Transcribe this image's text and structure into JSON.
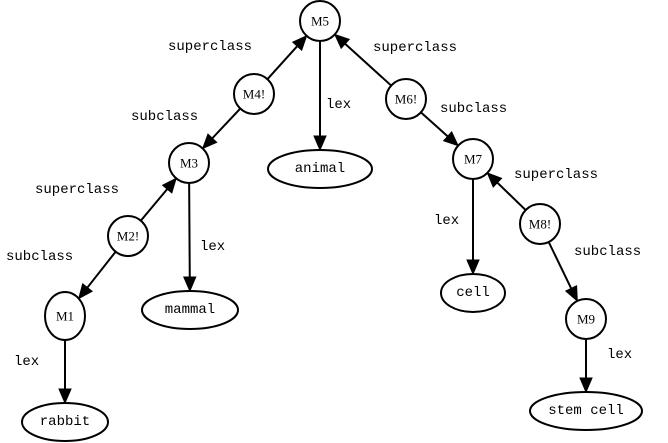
{
  "graph": {
    "nodes": [
      {
        "id": "M5",
        "label": "M5",
        "kind": "molecular"
      },
      {
        "id": "M4!",
        "label": "M4!",
        "kind": "molecular"
      },
      {
        "id": "M6!",
        "label": "M6!",
        "kind": "molecular"
      },
      {
        "id": "M3",
        "label": "M3",
        "kind": "molecular"
      },
      {
        "id": "M2!",
        "label": "M2!",
        "kind": "molecular"
      },
      {
        "id": "M1",
        "label": "M1",
        "kind": "molecular"
      },
      {
        "id": "M7",
        "label": "M7",
        "kind": "molecular"
      },
      {
        "id": "M8!",
        "label": "M8!",
        "kind": "molecular"
      },
      {
        "id": "M9",
        "label": "M9",
        "kind": "molecular"
      },
      {
        "id": "animal",
        "label": "animal",
        "kind": "base"
      },
      {
        "id": "mammal",
        "label": "mammal",
        "kind": "base"
      },
      {
        "id": "rabbit",
        "label": "rabbit",
        "kind": "base"
      },
      {
        "id": "cell",
        "label": "cell",
        "kind": "base"
      },
      {
        "id": "stem cell",
        "label": "stem cell",
        "kind": "base"
      }
    ],
    "edges": [
      {
        "from": "M4!",
        "to": "M5",
        "label": "superclass"
      },
      {
        "from": "M4!",
        "to": "M3",
        "label": "subclass"
      },
      {
        "from": "M5",
        "to": "animal",
        "label": "lex"
      },
      {
        "from": "M6!",
        "to": "M5",
        "label": "superclass"
      },
      {
        "from": "M6!",
        "to": "M7",
        "label": "subclass"
      },
      {
        "from": "M2!",
        "to": "M3",
        "label": "superclass"
      },
      {
        "from": "M2!",
        "to": "M1",
        "label": "subclass"
      },
      {
        "from": "M3",
        "to": "mammal",
        "label": "lex"
      },
      {
        "from": "M1",
        "to": "rabbit",
        "label": "lex"
      },
      {
        "from": "M7",
        "to": "cell",
        "label": "lex"
      },
      {
        "from": "M8!",
        "to": "M7",
        "label": "superclass"
      },
      {
        "from": "M8!",
        "to": "M9",
        "label": "subclass"
      },
      {
        "from": "M9",
        "to": "stem cell",
        "label": "lex"
      }
    ]
  }
}
